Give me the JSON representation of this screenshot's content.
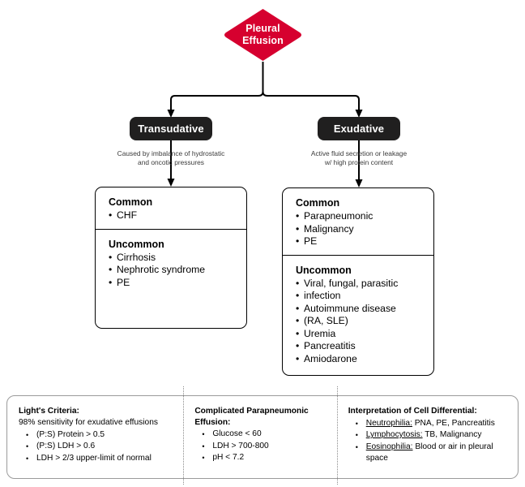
{
  "colors": {
    "root_fill": "#d6002f",
    "node_fill": "#201f1f",
    "node_text": "#ffffff",
    "box_border": "#000000",
    "panel_border": "#9b9b9b",
    "caption_text": "#3b3b3b"
  },
  "root": {
    "label_line1": "Pleural",
    "label_line2": "Effusion"
  },
  "branches": [
    {
      "key": "transudative",
      "title": "Transudative",
      "caption_line1": "Caused by imbalance of hydrostatic",
      "caption_line2": "and oncotic pressures",
      "sections": [
        {
          "heading": "Common",
          "items": [
            "CHF"
          ]
        },
        {
          "heading": "Uncommon",
          "items": [
            "Cirrhosis",
            "Nephrotic syndrome",
            "PE"
          ]
        }
      ]
    },
    {
      "key": "exudative",
      "title": "Exudative",
      "caption_line1": "Active fluid secretion or leakage",
      "caption_line2": "w/ high protein content",
      "sections": [
        {
          "heading": "Common",
          "items": [
            "Parapneumonic",
            "Malignancy",
            "PE"
          ]
        },
        {
          "heading": "Uncommon",
          "items": [
            "Viral, fungal, parasitic",
            "infection",
            "Autoimmune disease",
            "(RA, SLE)",
            "Uremia",
            "Pancreatitis",
            "Amiodarone"
          ]
        }
      ]
    }
  ],
  "notes": {
    "columns": [
      {
        "title": "Light's Criteria:",
        "subtitle": "98% sensitivity for exudative effusions",
        "items": [
          "(P:S) Protein > 0.5",
          "(P:S) LDH > 0.6",
          "LDH > 2/3 upper-limit of normal"
        ]
      },
      {
        "title_line1": "Complicated Parapneumonic",
        "title_line2": "Effusion:",
        "items": [
          "Glucose < 60",
          "LDH > 700-800",
          "pH < 7.2"
        ]
      },
      {
        "title": "Interpretation of Cell Differential:",
        "items": [
          {
            "term": "Neutrophilia:",
            "detail": " PNA, PE, Pancreatitis"
          },
          {
            "term": "Lymphocytosis:",
            "detail": " TB, Malignancy"
          },
          {
            "term": "Eosinophilia:",
            "detail": " Blood or air in pleural"
          },
          {
            "term": "",
            "detail": "space"
          }
        ]
      }
    ]
  }
}
